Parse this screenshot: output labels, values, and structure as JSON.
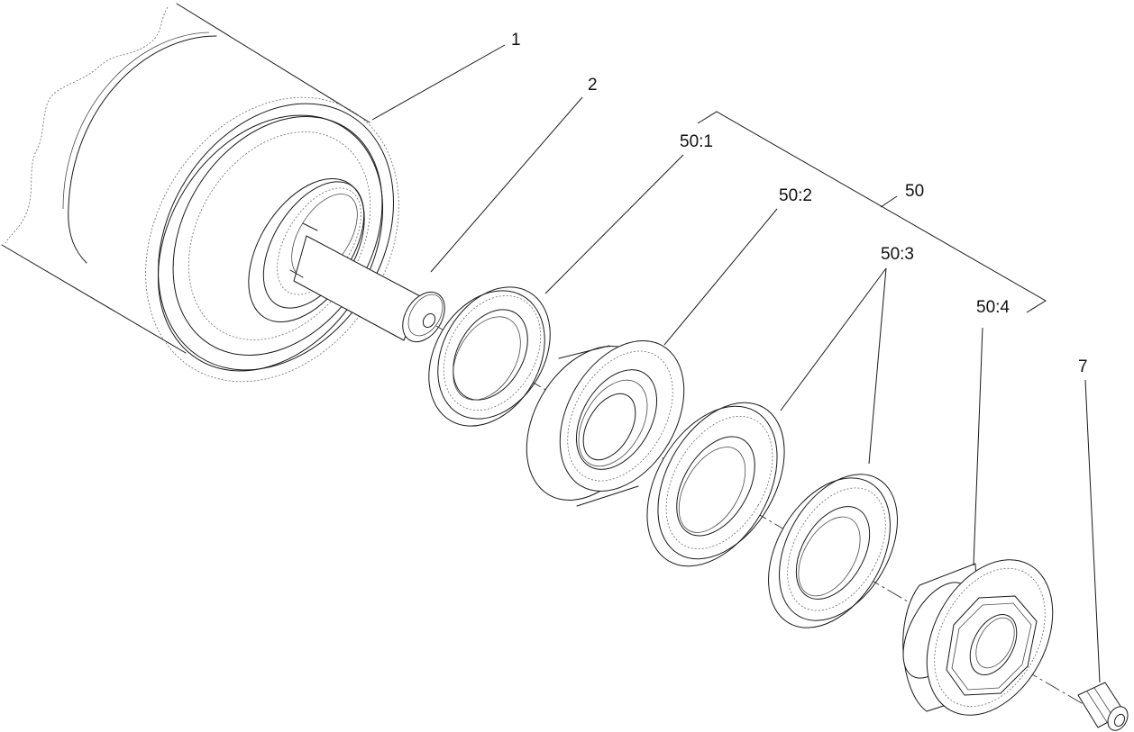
{
  "callouts": {
    "part_1": "1",
    "part_2": "2",
    "part_50_1": "50:1",
    "part_50_2": "50:2",
    "part_50_3": "50:3",
    "part_50_4": "50:4",
    "part_50": "50",
    "part_7": "7"
  }
}
